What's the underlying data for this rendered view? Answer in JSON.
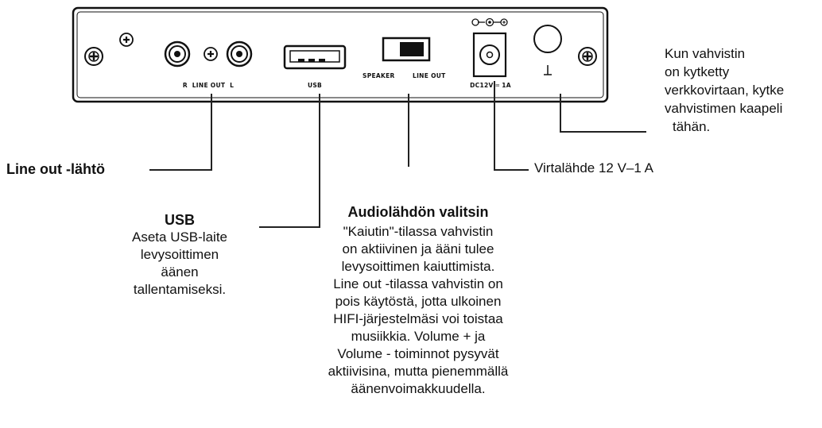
{
  "panel": {
    "r_line_out_l": "R  LINE OUT  L",
    "usb": "USB",
    "speaker": "SPEAKER",
    "line_out": "LINE OUT",
    "dc": "DC12V ═ 1A"
  },
  "annotations": {
    "line_out": "Line out -lähtö",
    "usb_title": "USB",
    "usb_lines": [
      "Aseta USB-laite",
      "levysoittimen",
      "äänen",
      "tallentamiseksi."
    ],
    "selector_title": "Audiolähdön valitsin",
    "selector_lines": [
      "\"Kaiutin\"-tilassa vahvistin",
      "on aktiivinen ja ääni tulee",
      "levysoittimen kaiuttimista.",
      "Line out -tilassa vahvistin on",
      "pois käytöstä, jotta ulkoinen",
      "HIFI-järjestelmäsi voi toistaa",
      "musiikkia. Volume + ja",
      "Volume - toiminnot pysyvät",
      "aktiivisina, mutta pienemmällä",
      "äänenvoimakkuudella."
    ],
    "power": "Virtalähde 12 V–1 A",
    "ground_lines": [
      "Kun vahvistin",
      "on kytketty",
      "verkkovirtaan, kytke",
      "vahvistimen kaapeli",
      "tähän."
    ]
  }
}
